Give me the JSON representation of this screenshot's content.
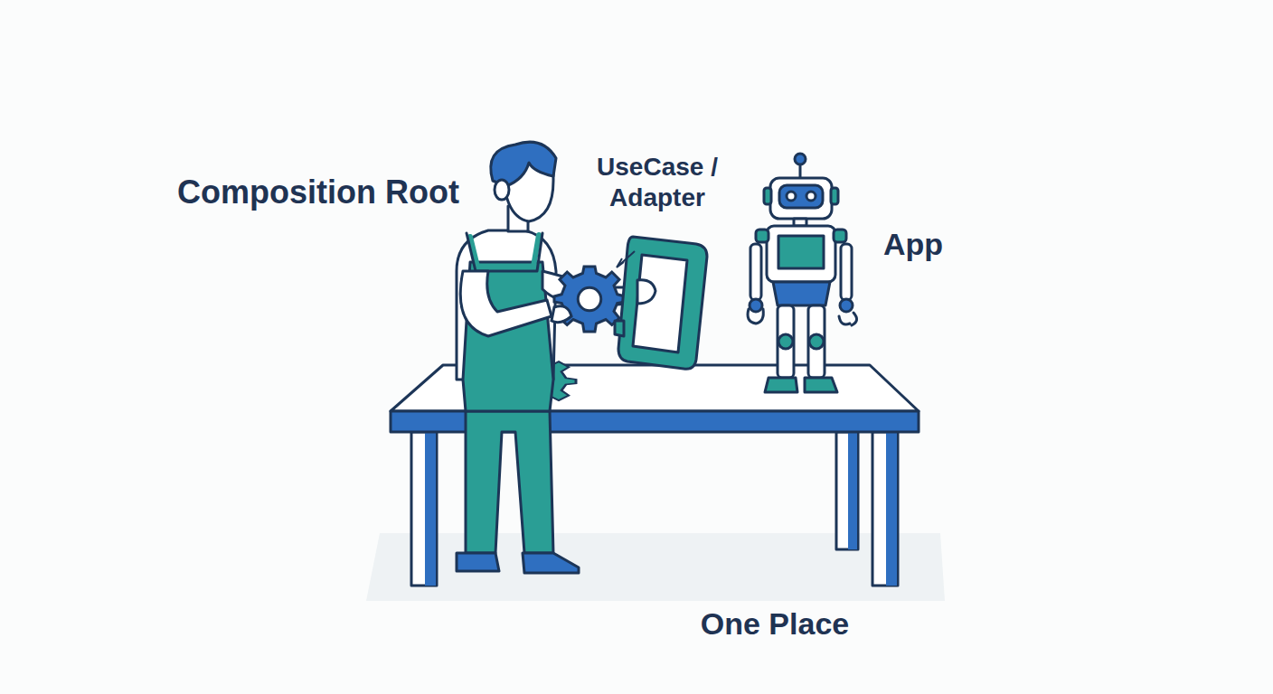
{
  "diagram": {
    "labels": [
      "Composition Root",
      "UseCase / Adapter",
      "App",
      "One Place"
    ]
  }
}
